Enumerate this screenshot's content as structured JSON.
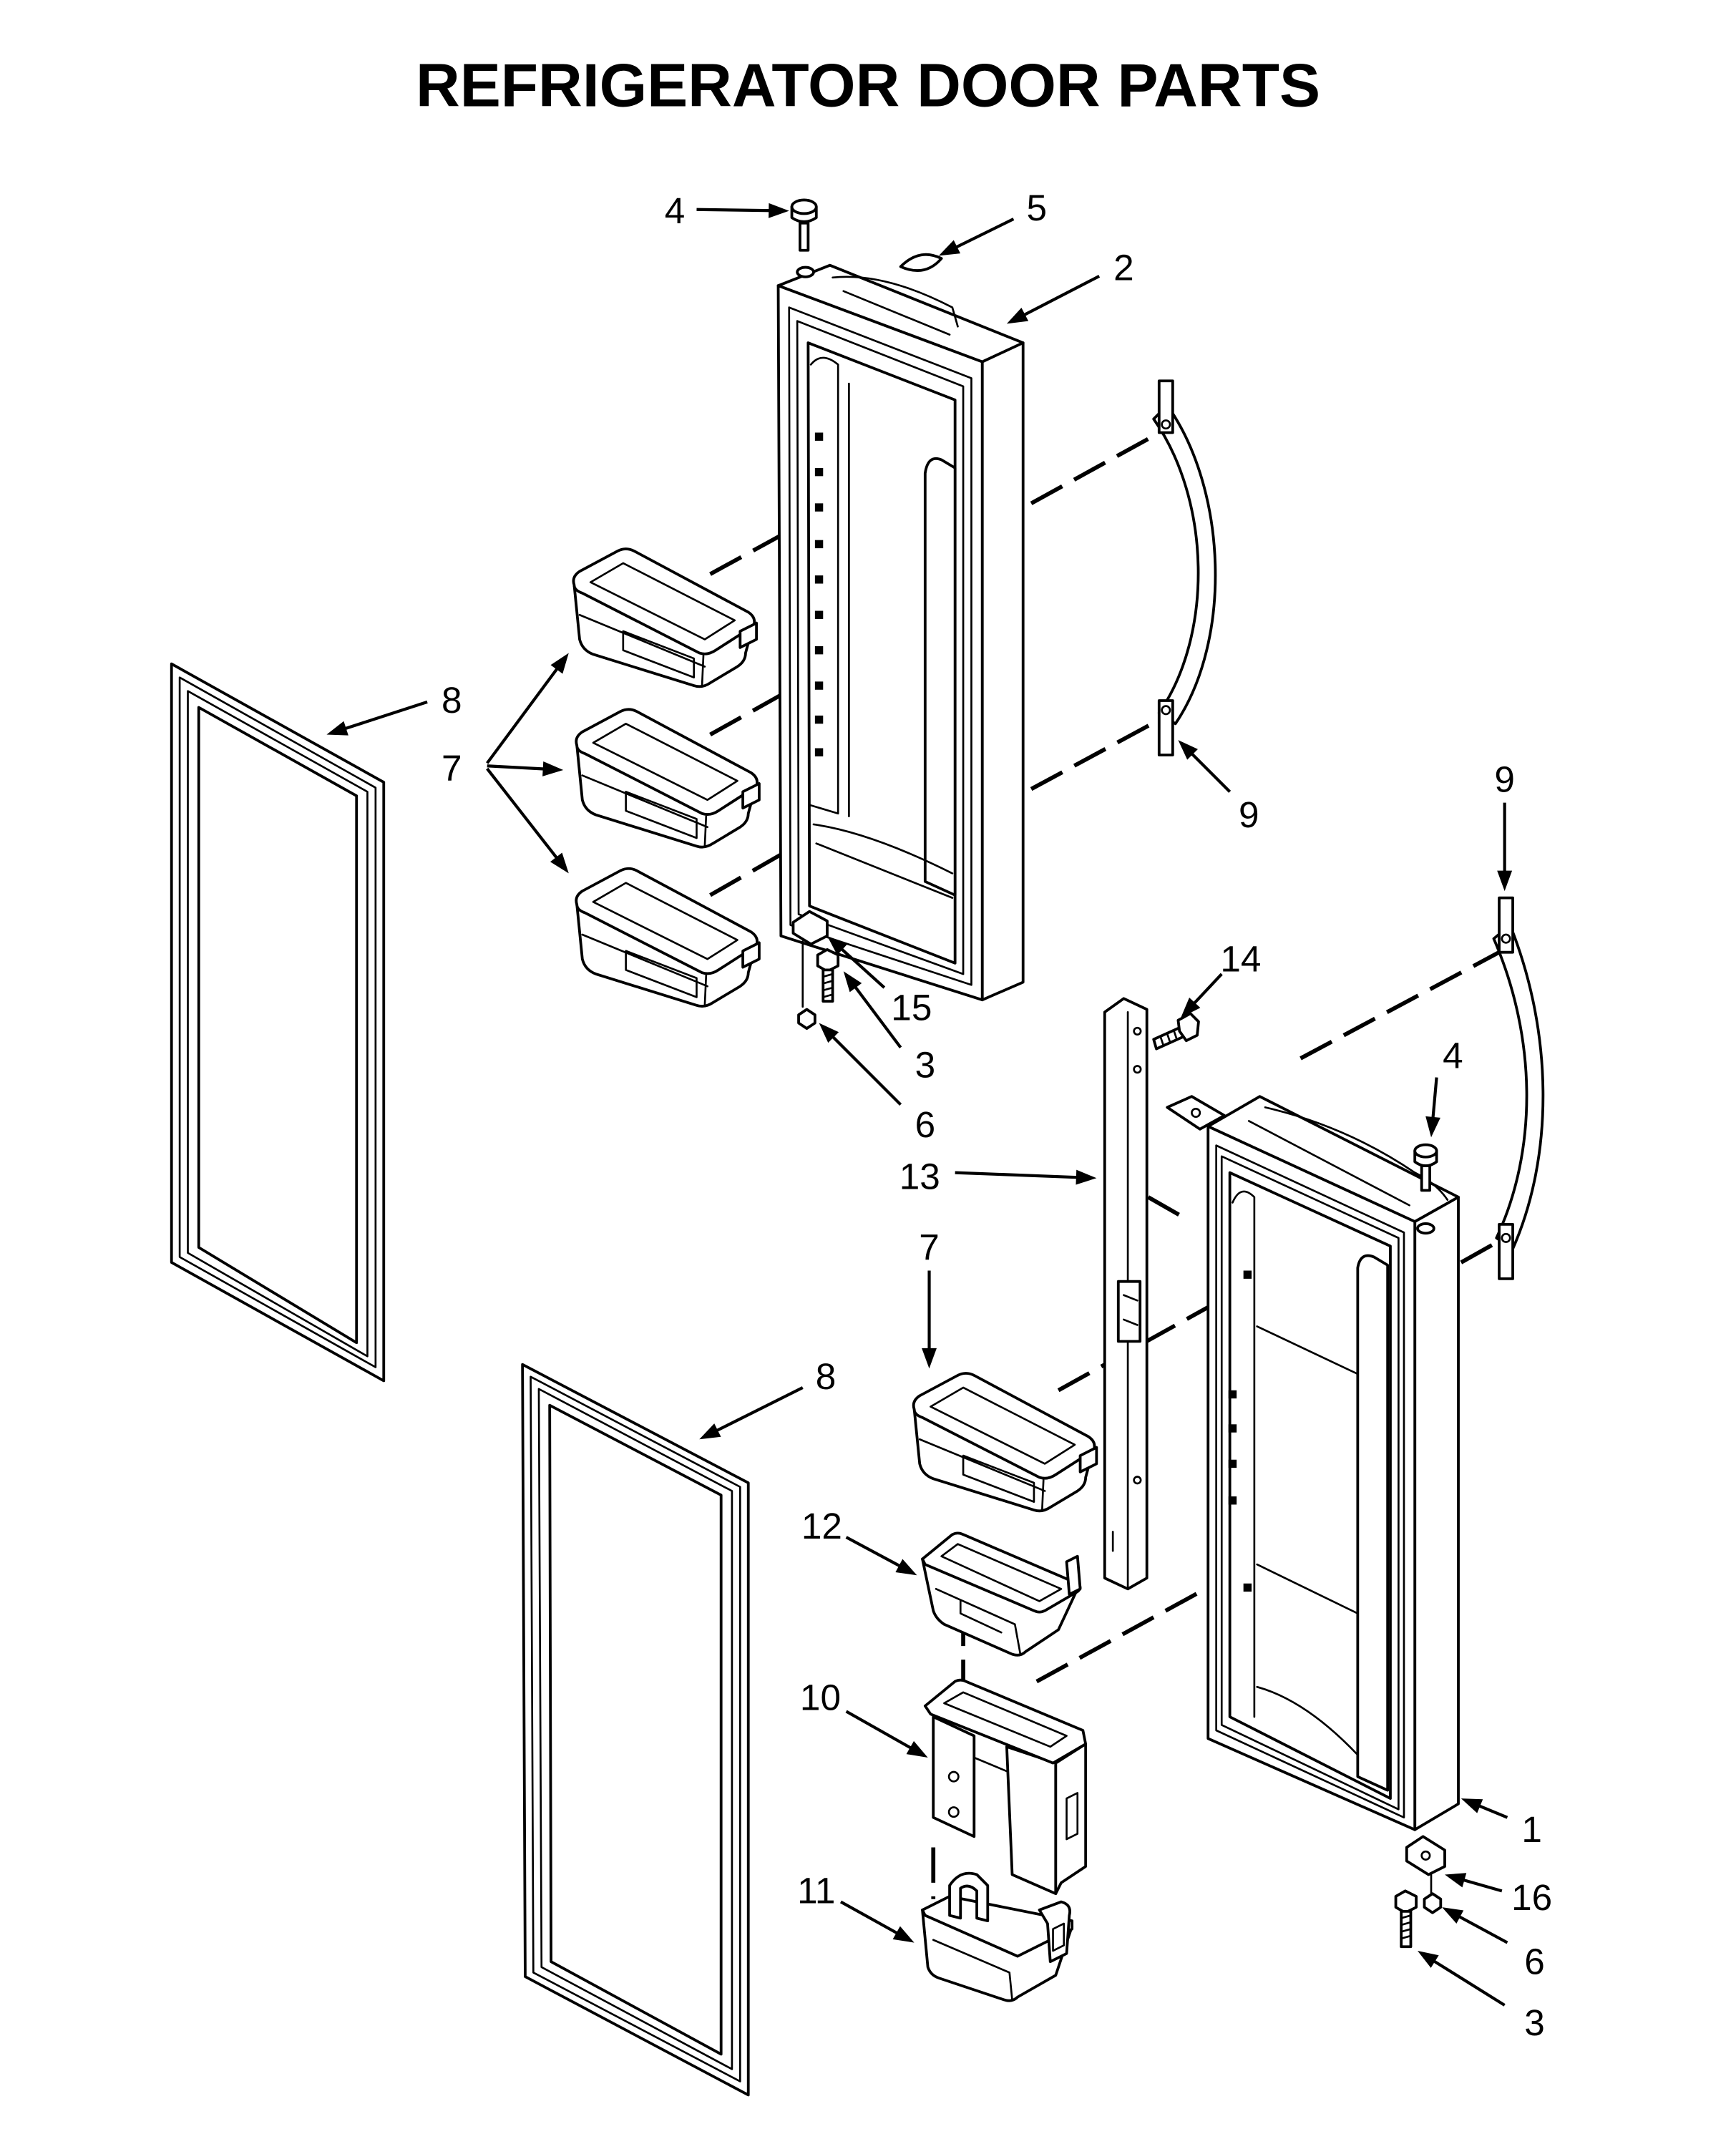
{
  "title": "REFRIGERATOR DOOR PARTS",
  "callouts": [
    "4",
    "5",
    "2",
    "8",
    "7",
    "9",
    "9",
    "14",
    "15",
    "3",
    "6",
    "4",
    "13",
    "7",
    "8",
    "12",
    "10",
    "1",
    "16",
    "11",
    "6",
    "3"
  ],
  "colors": {
    "line": "#000000",
    "background": "#ffffff"
  }
}
